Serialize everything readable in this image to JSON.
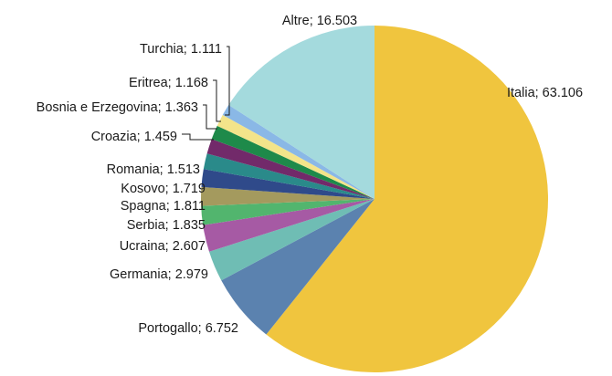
{
  "chart_data": {
    "type": "pie",
    "start_angle_deg": 0,
    "direction": "clockwise",
    "slices": [
      {
        "label": "Italia; 63.106",
        "name": "Italia",
        "value": 63106,
        "color": "#F0C53E"
      },
      {
        "label": "Portogallo; 6.752",
        "name": "Portogallo",
        "value": 6752,
        "color": "#5B82AF"
      },
      {
        "label": "Germania; 2.979",
        "name": "Germania",
        "value": 2979,
        "color": "#6FBDB4"
      },
      {
        "label": "Ucraina; 2.607",
        "name": "Ucraina",
        "value": 2607,
        "color": "#A65AA4"
      },
      {
        "label": "Serbia; 1.835",
        "name": "Serbia",
        "value": 1835,
        "color": "#52B56E"
      },
      {
        "label": "Spagna; 1.811",
        "name": "Spagna",
        "value": 1811,
        "color": "#A49A5E"
      },
      {
        "label": "Kosovo; 1.719",
        "name": "Kosovo",
        "value": 1719,
        "color": "#2F4A8A"
      },
      {
        "label": "Romania; 1.513",
        "name": "Romania",
        "value": 1513,
        "color": "#2A8A8A"
      },
      {
        "label": "Croazia; 1.459",
        "name": "Croazia",
        "value": 1459,
        "color": "#722A6A"
      },
      {
        "label": "Bosnia e Erzegovina; 1.363",
        "name": "Bosnia e Erzegovina",
        "value": 1363,
        "color": "#1E8A4A"
      },
      {
        "label": "Eritrea; 1.168",
        "name": "Eritrea",
        "value": 1168,
        "color": "#F3E48A"
      },
      {
        "label": "Turchia; 1.111",
        "name": "Turchia",
        "value": 1111,
        "color": "#8AB8E6"
      },
      {
        "label": "Altre; 16.503",
        "name": "Altre",
        "value": 16503,
        "color": "#A4DADD"
      }
    ]
  }
}
